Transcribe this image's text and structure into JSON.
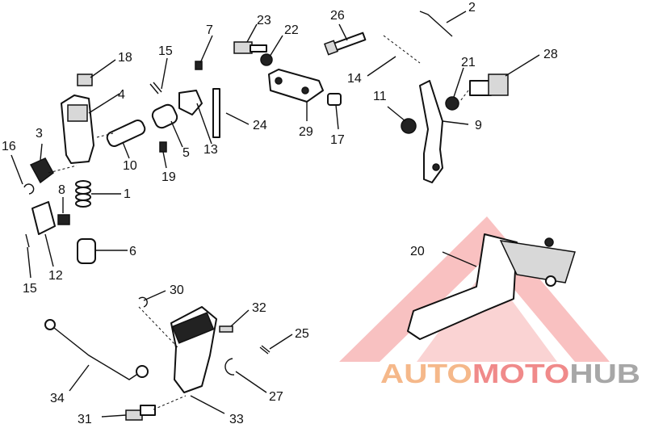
{
  "callouts": {
    "c1": "1",
    "c2": "2",
    "c3": "3",
    "c4": "4",
    "c5": "5",
    "c6": "6",
    "c7": "7",
    "c8": "8",
    "c9": "9",
    "c10": "10",
    "c11": "11",
    "c12": "12",
    "c13": "13",
    "c14": "14",
    "c15a": "15",
    "c15b": "15",
    "c16": "16",
    "c17": "17",
    "c18": "18",
    "c19": "19",
    "c20": "20",
    "c21": "21",
    "c22": "22",
    "c23": "23",
    "c24": "24",
    "c25": "25",
    "c26": "26",
    "c27": "27",
    "c28": "28",
    "c29": "29",
    "c30": "30",
    "c31": "31",
    "c32": "32",
    "c33": "33",
    "c34": "34"
  },
  "watermark": {
    "word_auto": "AUTO",
    "word_moto": "MOTO",
    "word_hub": "HUB",
    "color_auto": "#f5b88a",
    "color_moto": "#f08a8a",
    "color_hub": "#a7a7a7",
    "triangle_color": "#f28f8f"
  }
}
